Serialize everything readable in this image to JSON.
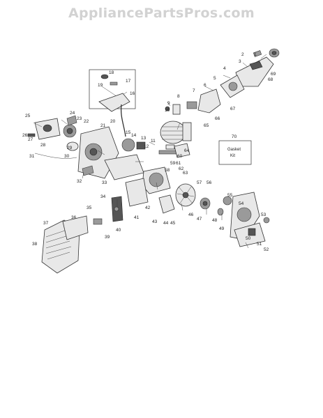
{
  "watermark": "AppliancePartsPros.com",
  "gasket_kit": {
    "number": "70",
    "label_line1": "Gasket",
    "label_line2": "Kit"
  },
  "callouts": [
    {
      "n": "1"
    },
    {
      "n": "2"
    },
    {
      "n": "3"
    },
    {
      "n": "4"
    },
    {
      "n": "5"
    },
    {
      "n": "6"
    },
    {
      "n": "7"
    },
    {
      "n": "8"
    },
    {
      "n": "9"
    },
    {
      "n": "10"
    },
    {
      "n": "11"
    },
    {
      "n": "12"
    },
    {
      "n": "13"
    },
    {
      "n": "14"
    },
    {
      "n": "15"
    },
    {
      "n": "16"
    },
    {
      "n": "17"
    },
    {
      "n": "18"
    },
    {
      "n": "19"
    },
    {
      "n": "20"
    },
    {
      "n": "21"
    },
    {
      "n": "22"
    },
    {
      "n": "23"
    },
    {
      "n": "24"
    },
    {
      "n": "25"
    },
    {
      "n": "26"
    },
    {
      "n": "27"
    },
    {
      "n": "28"
    },
    {
      "n": "29"
    },
    {
      "n": "30"
    },
    {
      "n": "31"
    },
    {
      "n": "32"
    },
    {
      "n": "33"
    },
    {
      "n": "34"
    },
    {
      "n": "35"
    },
    {
      "n": "36"
    },
    {
      "n": "37"
    },
    {
      "n": "38"
    },
    {
      "n": "39"
    },
    {
      "n": "40"
    },
    {
      "n": "41"
    },
    {
      "n": "42"
    },
    {
      "n": "43"
    },
    {
      "n": "44"
    },
    {
      "n": "45"
    },
    {
      "n": "46"
    },
    {
      "n": "47"
    },
    {
      "n": "48"
    },
    {
      "n": "49"
    },
    {
      "n": "50"
    },
    {
      "n": "51"
    },
    {
      "n": "52"
    },
    {
      "n": "53"
    },
    {
      "n": "54"
    },
    {
      "n": "55"
    },
    {
      "n": "56"
    },
    {
      "n": "57"
    },
    {
      "n": "58"
    },
    {
      "n": "59"
    },
    {
      "n": "60"
    },
    {
      "n": "61"
    },
    {
      "n": "62"
    },
    {
      "n": "63"
    },
    {
      "n": "64"
    },
    {
      "n": "65"
    },
    {
      "n": "66"
    },
    {
      "n": "67"
    },
    {
      "n": "68"
    },
    {
      "n": "69"
    }
  ]
}
